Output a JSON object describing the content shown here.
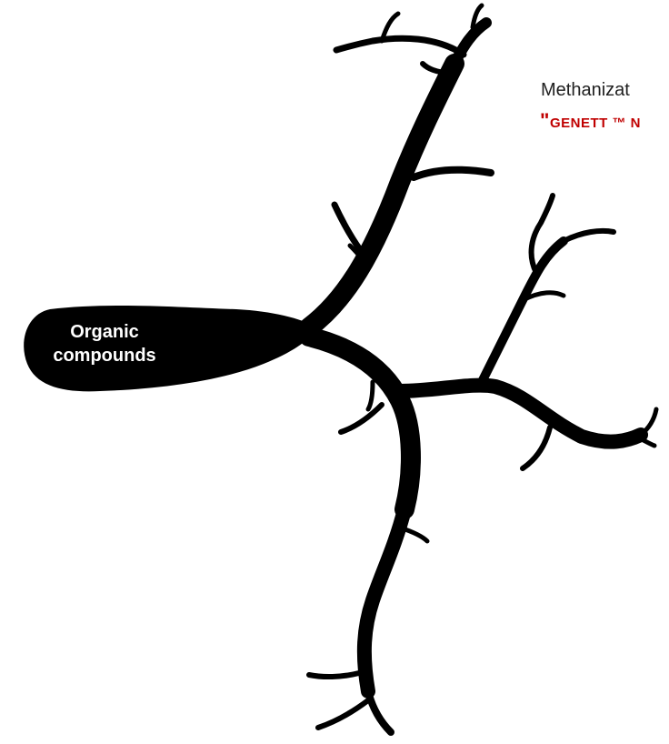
{
  "colors": {
    "tree": "#000000",
    "label": "#ffffff",
    "heading": "#1f1f1f",
    "accent": "#c00000",
    "background": "#ffffff"
  },
  "root": {
    "line1": "Organic",
    "line2": "compounds"
  },
  "heading": {
    "text": "Methanizat"
  },
  "subheading": {
    "quote": "\"",
    "text": "GENETT ™ N"
  }
}
